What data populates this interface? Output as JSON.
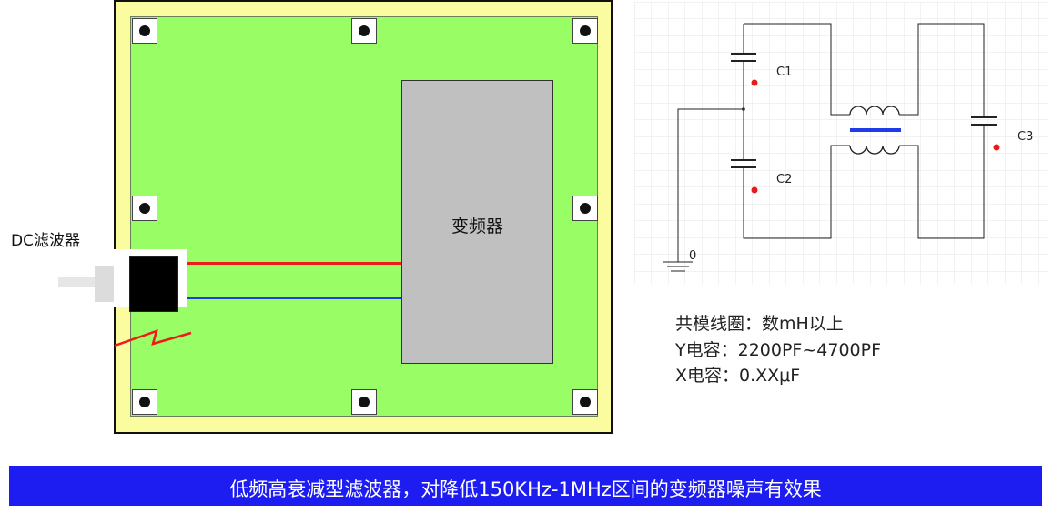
{
  "diagram": {
    "inverter_label": "变频器",
    "filter_label": "DC滤波器",
    "capacitor_labels": [
      "C1",
      "C2",
      "C3"
    ],
    "ground_label": "0",
    "colors": {
      "board_outer": "#fbfba0",
      "board_inner": "#99fd66",
      "inverter_box": "#c0c0c0",
      "wire_positive": "#ee1b1b",
      "wire_negative": "#1e3ce8",
      "banner": "#1d1df2",
      "probe_dot": "#e81a1a"
    },
    "icons": [
      "mounting-hole-icon",
      "capacitor-icon",
      "common-mode-choke-icon",
      "ground-icon",
      "lightning-icon"
    ]
  },
  "notes": {
    "line1": "共模线圈：数mH以上",
    "line2": "Y电容：2200PF~4700PF",
    "line3": "X电容：0.XXμF"
  },
  "banner": {
    "text": "低频高衰减型滤波器，对降低150KHz-1MHz区间的变频器噪声有效果"
  }
}
